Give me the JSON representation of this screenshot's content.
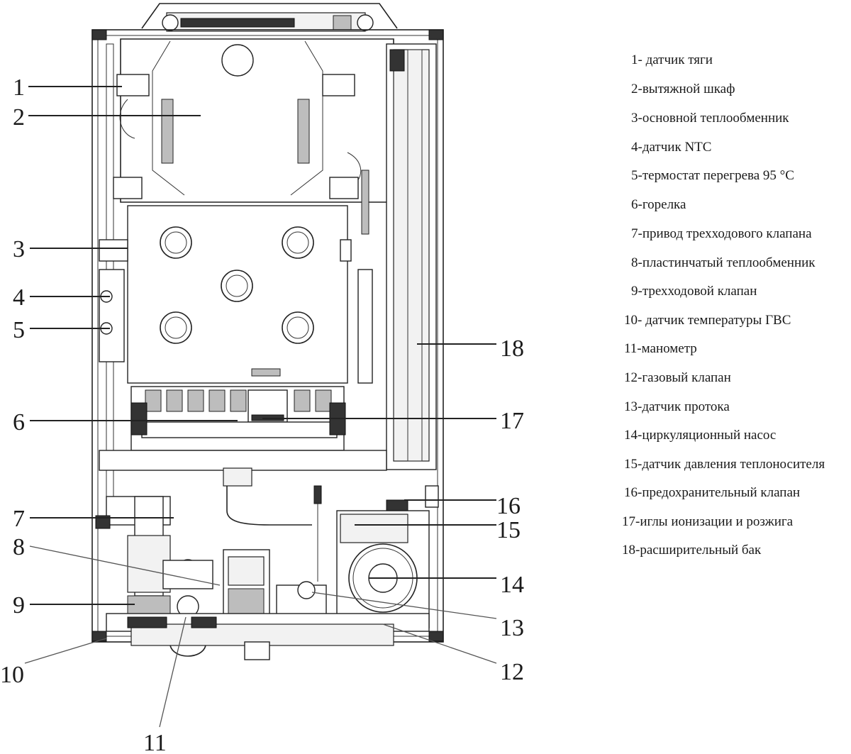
{
  "callouts": {
    "c1": "1",
    "c2": "2",
    "c3": "3",
    "c4": "4",
    "c5": "5",
    "c6": "6",
    "c7": "7",
    "c8": "8",
    "c9": "9",
    "c10": "10",
    "c11": "11",
    "c12": "12",
    "c13": "13",
    "c14": "14",
    "c15": "15",
    "c16": "16",
    "c17": "17",
    "c18": "18"
  },
  "legend": [
    "1- датчик тяги",
    "2-вытяжной шкаф",
    "3-основной теплообменник",
    "4-датчик NTC",
    "5-термостат перегрева 95 °C",
    "6-горелка",
    "7-привод трехходового клапана",
    "8-пластинчатый теплообменник",
    "9-трехходовой клапан",
    "10- датчик температуры ГВС",
    "11-манометр",
    "12-газовый клапан",
    "13-датчик протока",
    "14-циркуляционный насос",
    "15-датчик давления теплоносителя",
    "16-предохранительный клапан",
    "17-иглы ионизации и розжига",
    "18-расширительный бак"
  ]
}
